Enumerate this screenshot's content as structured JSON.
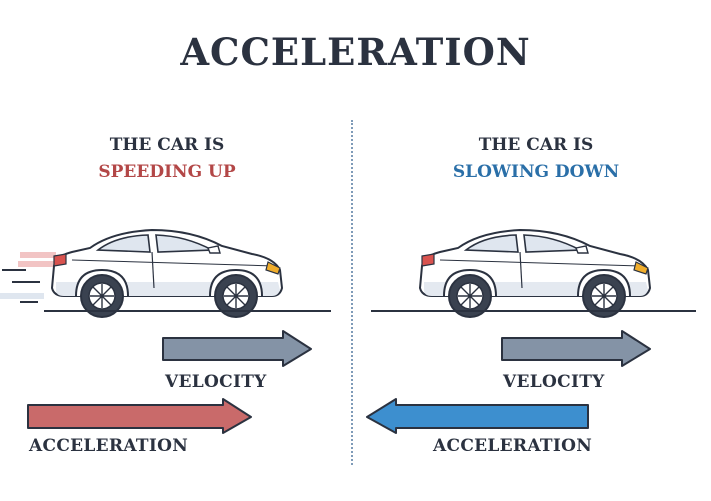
{
  "title": "ACCELERATION",
  "left_panel": {
    "heading_line1": "THE CAR IS",
    "heading_line2": "SPEEDING UP",
    "velocity_label": "VELOCITY",
    "acceleration_label": "ACCELERATION",
    "velocity_direction": "right",
    "acceleration_direction": "right",
    "accent_color": "#b34747"
  },
  "right_panel": {
    "heading_line1": "THE CAR IS",
    "heading_line2": "SLOWING DOWN",
    "velocity_label": "VELOCITY",
    "acceleration_label": "ACCELERATION",
    "velocity_direction": "right",
    "acceleration_direction": "left",
    "accent_color": "#2a6fa8"
  },
  "colors": {
    "velocity_arrow": "#8493a6",
    "acceleration_left": "#c96a6a",
    "acceleration_right": "#3d8fcf",
    "text": "#2b3240",
    "divider": "#7f9bb8"
  }
}
